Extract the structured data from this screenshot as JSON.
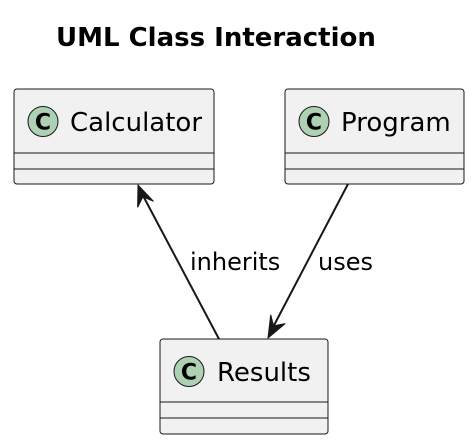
{
  "title": "UML Class Interaction",
  "classes": [
    {
      "name": "Calculator",
      "stereotype_letter": "C"
    },
    {
      "name": "Program",
      "stereotype_letter": "C"
    },
    {
      "name": "Results",
      "stereotype_letter": "C"
    }
  ],
  "relations": [
    {
      "label": "inherits"
    },
    {
      "label": "uses"
    }
  ],
  "colors": {
    "class_fill": "#f1f1f1",
    "class_border": "#181818",
    "badge_fill": "#add1b2",
    "edge": "#181818"
  },
  "icons": {
    "class_badge": "class-c-icon",
    "arrow": "arrow-head-icon"
  }
}
